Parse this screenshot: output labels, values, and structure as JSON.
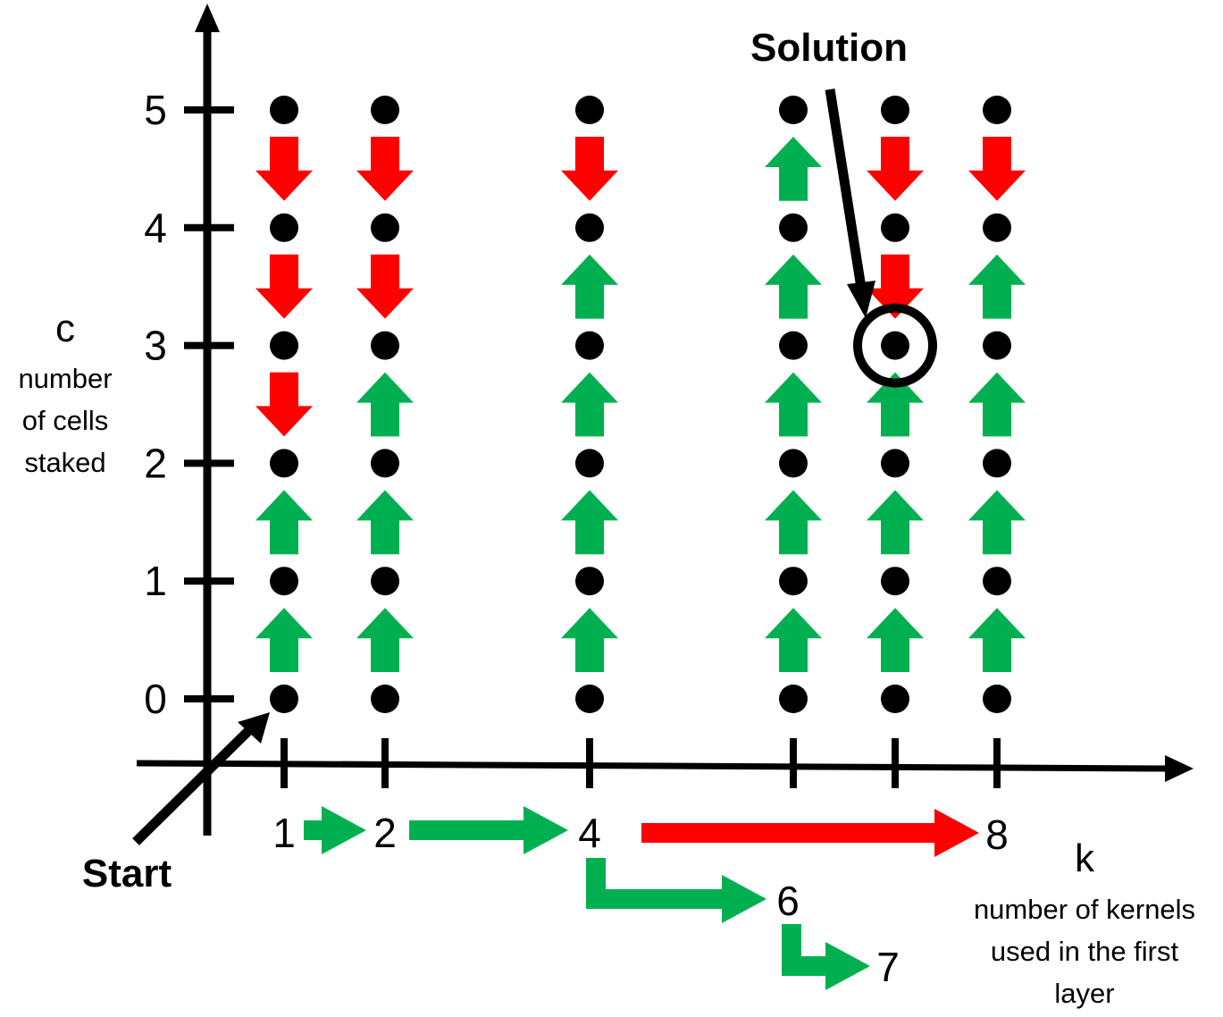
{
  "colors": {
    "up": "#00b050",
    "down": "#ff0000",
    "dot": "#000000",
    "axis": "#000000"
  },
  "y_axis": {
    "letter": "c",
    "description": [
      "number",
      "of cells",
      "staked"
    ],
    "tick_labels": [
      "0",
      "1",
      "2",
      "3",
      "4",
      "5"
    ]
  },
  "x_axis": {
    "letter": "k",
    "description": [
      "number of kernels",
      "used in the first",
      "layer"
    ],
    "tick_labels": [
      "1",
      "2",
      "4",
      "6",
      "7",
      "8"
    ]
  },
  "labels": {
    "start": "Start",
    "solution": "Solution"
  },
  "columns": [
    {
      "k": 1,
      "arrows": [
        "up",
        "up",
        "down",
        "down",
        "down"
      ]
    },
    {
      "k": 2,
      "arrows": [
        "up",
        "up",
        "up",
        "down",
        "down"
      ]
    },
    {
      "k": 4,
      "arrows": [
        "up",
        "up",
        "up",
        "up",
        "down"
      ]
    },
    {
      "k": 6,
      "arrows": [
        "up",
        "up",
        "up",
        "up",
        "up"
      ]
    },
    {
      "k": 7,
      "arrows": [
        "up",
        "up",
        "up",
        "down",
        "down"
      ]
    },
    {
      "k": 8,
      "arrows": [
        "up",
        "up",
        "up",
        "up",
        "down"
      ]
    }
  ],
  "solution_point": {
    "k": 7,
    "c": 3
  },
  "search_path": [
    {
      "from": 1,
      "to": 2,
      "color": "up"
    },
    {
      "from": 2,
      "to": 4,
      "color": "up"
    },
    {
      "from": 4,
      "to": 8,
      "color": "down"
    },
    {
      "from": 4,
      "to": 6,
      "color": "up"
    },
    {
      "from": 6,
      "to": 7,
      "color": "up"
    }
  ]
}
